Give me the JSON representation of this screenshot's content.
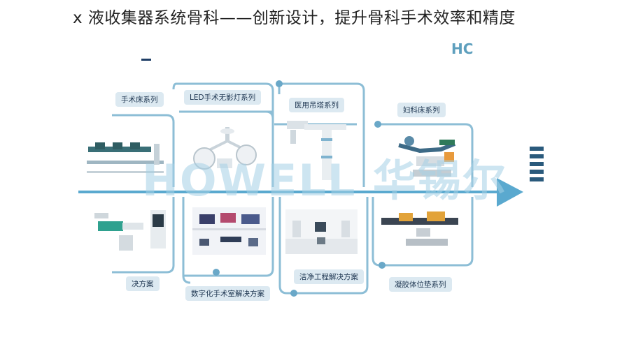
{
  "headline": "x 液收集器系统骨科——创新设计，提升骨科手术效率和精度",
  "logo_text": "HC",
  "watermark": "HOWELL 华锡尔",
  "top_labels": [
    "手术床系列",
    "LED手术无影灯系列",
    "医用吊塔系列",
    "妇科床系列"
  ],
  "bottom_labels": [
    "决方案",
    "数字化手术室解决方案",
    "洁净工程解决方案",
    "凝胶体位垫系列"
  ],
  "colors": {
    "line": "#8dbed6",
    "arrow": "#5aa9cf",
    "label_bg": "#dce9f1",
    "dot": "#6aa8c8"
  },
  "icons": [
    "operating-table",
    "shadowless-lamp",
    "medical-pendant",
    "gynecology-bed",
    "surgical-robot",
    "digital-or",
    "clean-room",
    "gel-positioner"
  ]
}
